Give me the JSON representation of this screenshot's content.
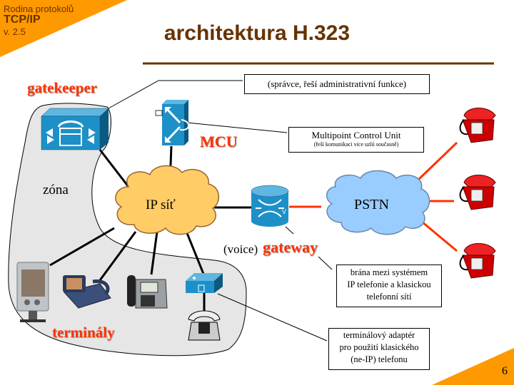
{
  "header": {
    "series": "Rodina protokolů",
    "topic": "TCP/IP",
    "version": "v. 2.5"
  },
  "title": "architektura H.323",
  "page_number": "6",
  "colors": {
    "accent_orange": "#ff9900",
    "title_brown": "#663300",
    "label_red": "#ff3300",
    "pstn_link": "#ff3300",
    "zone_fill": "#e8e8e8",
    "ip_cloud": "#ffcc66",
    "pstn_cloud": "#99ccff",
    "cisco_blue": "#1e90c8"
  },
  "labels": {
    "gatekeeper": "gatekeeper",
    "mcu": "MCU",
    "zone": "zóna",
    "ip_network": "IP síť",
    "pstn": "PSTN",
    "voice": "(voice)",
    "gateway": "gateway",
    "terminals": "terminály"
  },
  "callouts": {
    "gatekeeper_desc": "(správce, řeší administrativní funkce)",
    "mcu_title": "Multipoint Control Unit",
    "mcu_desc": "(řeší komunikaci více uzlů současně)",
    "gateway_desc": [
      "brána mezi systémem",
      "IP telefonie a klasickou",
      "telefonní sítí"
    ],
    "adapter_desc": [
      "terminálový adaptér",
      "pro použití klasického",
      "(ne-IP) telefonu"
    ]
  }
}
